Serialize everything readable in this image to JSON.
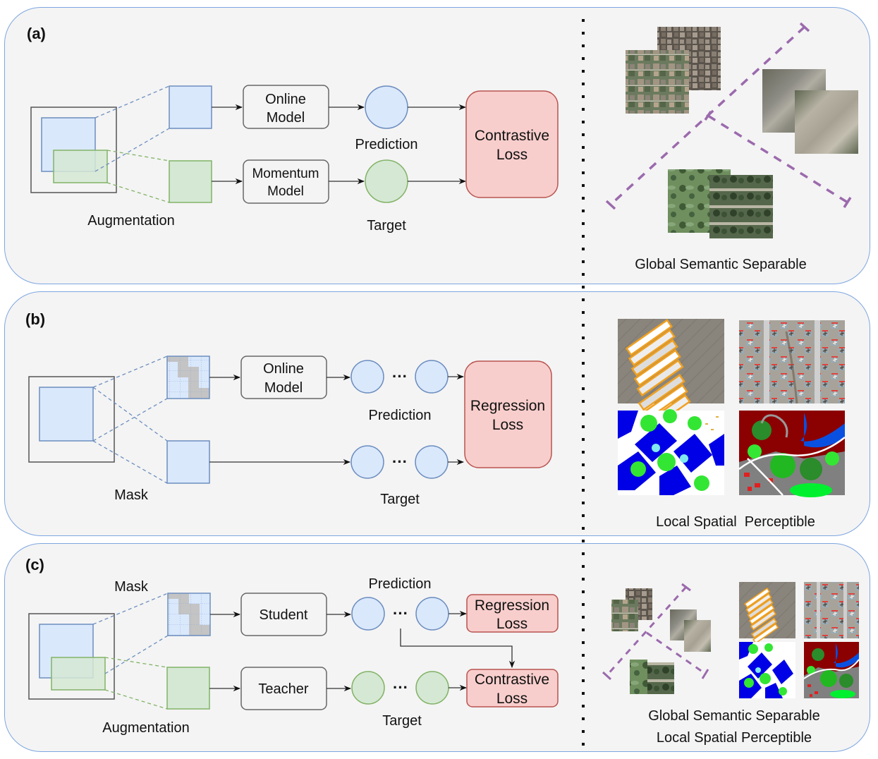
{
  "panels": {
    "a": {
      "tag": "(a)",
      "input_label": "Augmentation",
      "model_top": [
        "Online",
        "Model"
      ],
      "model_bottom": [
        "Momentum",
        "Model"
      ],
      "prediction_label": "Prediction",
      "target_label": "Target",
      "loss": [
        "Contrastive",
        "Loss"
      ],
      "caption": "Global Semantic Separable",
      "images": [
        "residential-aerial",
        "residential-aerial",
        "highway-aerial",
        "highway-aerial",
        "golf-course-aerial",
        "golf-course-aerial"
      ]
    },
    "b": {
      "tag": "(b)",
      "input_label": "Mask",
      "model_top": [
        "Online",
        "Model"
      ],
      "prediction_label": "Prediction",
      "target_label": "Target",
      "ellipsis": "···",
      "loss": [
        "Regression",
        "Loss"
      ],
      "caption": "Local Spatial  Perceptible",
      "images": [
        "vehicle-detection",
        "airplane-detection",
        "urban-segmentation",
        "landcover-segmentation"
      ]
    },
    "c": {
      "tag": "(c)",
      "mask_label": "Mask",
      "input_label": "Augmentation",
      "model_top": [
        "Student"
      ],
      "model_bottom": [
        "Teacher"
      ],
      "prediction_label": "Prediction",
      "target_label": "Target",
      "ellipsis": "···",
      "loss_top": [
        "Regression",
        "Loss"
      ],
      "loss_bottom": [
        "Contrastive",
        "Loss"
      ],
      "caption_line1": "Global Semantic Separable",
      "caption_line2": "Local Spatial Perceptible"
    }
  },
  "colors": {
    "panel_border": "#7ea6e0",
    "panel_bg": "#f4f4f4",
    "blue_fill": "#dae8fc",
    "blue_stroke": "#6c8ebf",
    "green_fill": "#d5e8d4",
    "green_stroke": "#82b366",
    "loss_fill": "#f8cecc",
    "loss_stroke": "#b85450",
    "mask_gray": "#c4c4c4",
    "separator_purple": "#9b6aad"
  }
}
